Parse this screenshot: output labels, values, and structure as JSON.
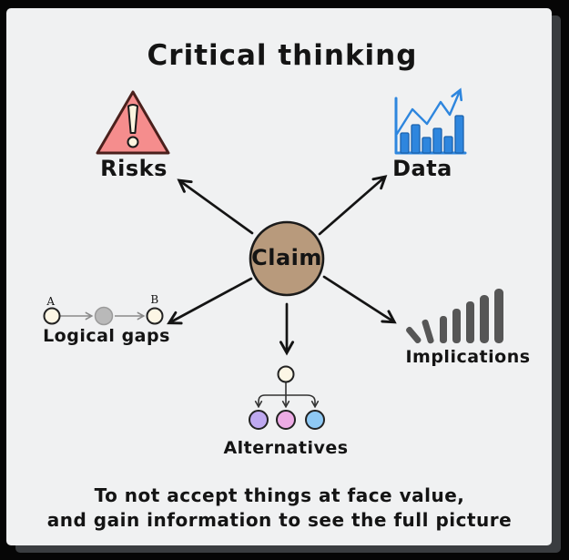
{
  "title": "Critical thinking",
  "claim": {
    "label": "Claim",
    "fill": "#b89a7c"
  },
  "risks": {
    "label": "Risks",
    "fill": "#f58d8d",
    "mark_fill": "#fcf4df"
  },
  "data_node": {
    "label": "Data",
    "color": "#2e86de"
  },
  "logical_gaps": {
    "label": "Logical gaps",
    "a": "A",
    "b": "B",
    "gap_fill": "#b9b9b9",
    "end_fill": "#fcf6e5"
  },
  "implications": {
    "label": "Implications",
    "color": "#565656"
  },
  "alternatives": {
    "label": "Alternatives",
    "root_fill": "#fcf6e5",
    "colors": [
      "#bfa9f0",
      "#edabe5",
      "#8fc9f4"
    ]
  },
  "footer": {
    "line1": "To not accept things at face value,",
    "line2": "and gain information to see the full picture"
  },
  "icons": {
    "risks": "warning-triangle-icon",
    "data": "growth-bar-chart-icon",
    "logical_gaps": "node-link-gap-icon",
    "implications": "rising-bars-icon",
    "alternatives": "branching-tree-icon"
  },
  "colors": {
    "card_bg": "#f0f1f2",
    "frame": "#3a3d40",
    "arrow": "#141414"
  }
}
